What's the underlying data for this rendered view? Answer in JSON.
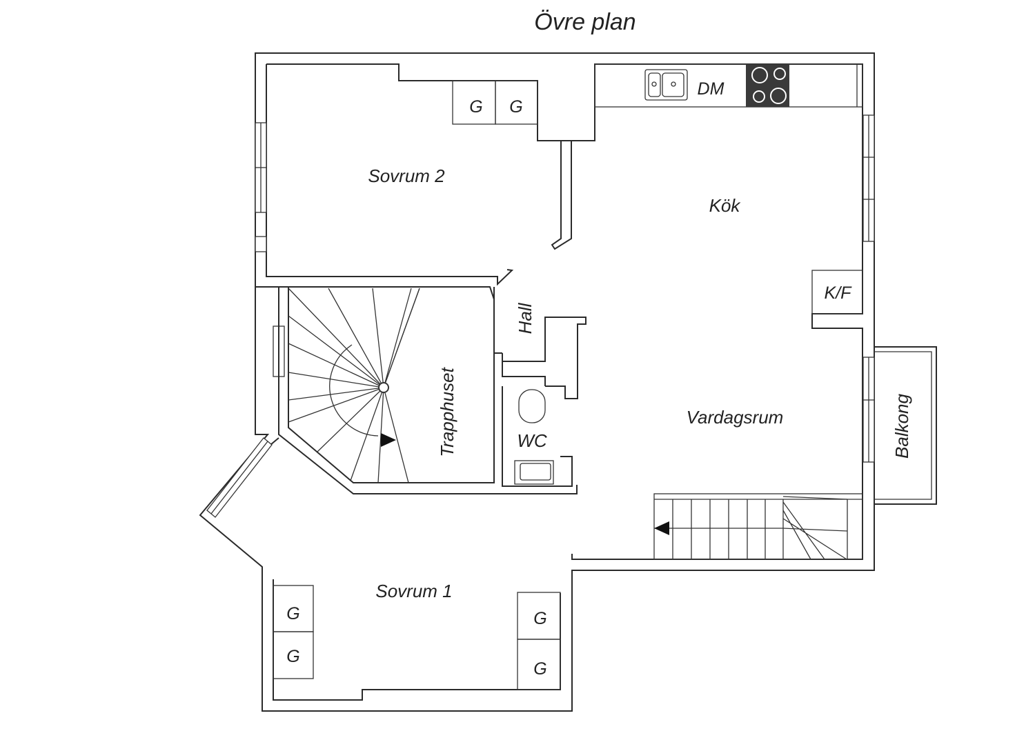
{
  "title": "Övre plan",
  "rooms": {
    "sovrum2": "Sovrum 2",
    "kok": "Kök",
    "hall": "Hall",
    "trapphuset": "Trapphuset",
    "wc": "WC",
    "vardagsrum": "Vardagsrum",
    "sovrum1": "Sovrum 1",
    "balkong": "Balkong"
  },
  "fixtures": {
    "dishwasher": "DM",
    "fridge_freezer": "K/F",
    "wardrobe": "G"
  },
  "colors": {
    "walls": "#2a2a2a",
    "stove": "#3a3a3a",
    "background": "#ffffff"
  }
}
